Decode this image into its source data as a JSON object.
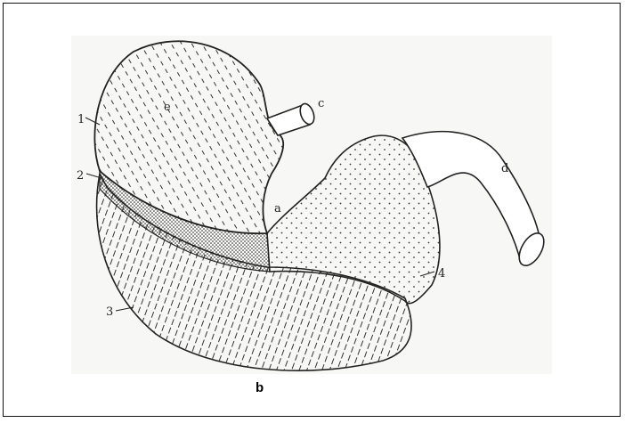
{
  "figure": {
    "caption": "b",
    "labels": {
      "l1": "1",
      "l2": "2",
      "l3": "3",
      "l4": "4",
      "a": "a",
      "c": "c",
      "d": "d",
      "e": "e"
    }
  }
}
